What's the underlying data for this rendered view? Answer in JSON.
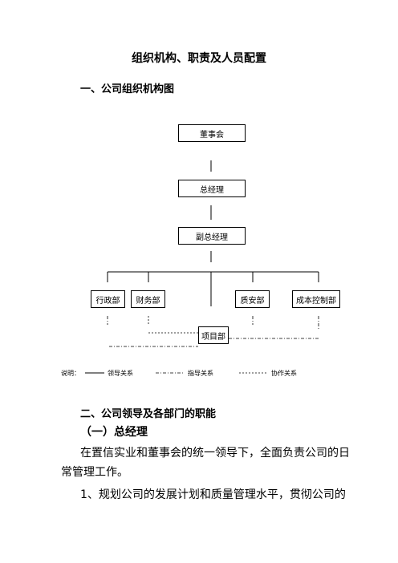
{
  "doc": {
    "title": "组织机构、职责及人员配置",
    "section1": "一、公司组织机构图",
    "chart": {
      "board": "董事会",
      "gm": "总经理",
      "deputy": "副总经理",
      "depts": [
        "行政部",
        "财务部",
        "质安部",
        "成本控制部"
      ],
      "project": "项目部"
    },
    "legend": {
      "prefix": "说明：",
      "lead": "领导关系",
      "guide": "指导关系",
      "coop": "协作关系"
    },
    "section2": "二、公司领导及各部门的职能",
    "sub1": "（一）总经理",
    "para1_line1": "在置信实业和董事会的统一领导下，全面负责公司的日",
    "para1_line2": "常管理工作。",
    "para2_line1": "1、规划公司的发展计划和质量管理水平，贯彻公司的"
  }
}
